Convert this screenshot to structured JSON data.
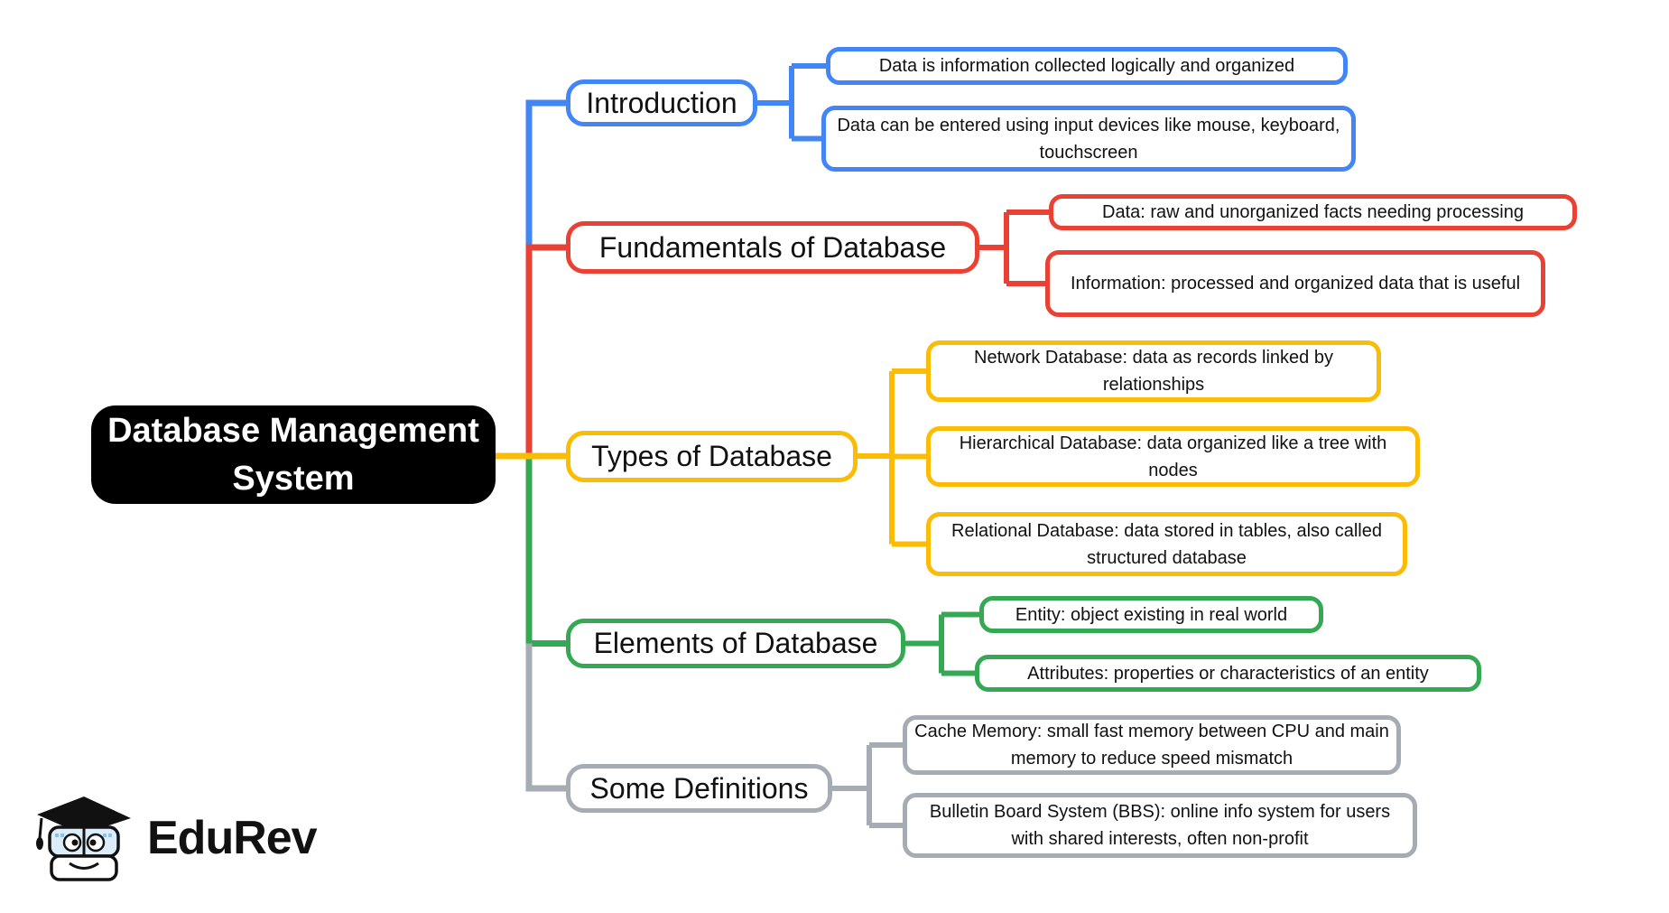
{
  "colors": {
    "blue": "#4285F4",
    "red": "#E94235",
    "yellow": "#FBBC05",
    "green": "#34A853",
    "gray": "#A6ACB4",
    "root_bg": "#000000",
    "root_text": "#FFFFFF"
  },
  "root": {
    "label": "Database Management System"
  },
  "branches": [
    {
      "label": "Introduction",
      "color": "blue",
      "leaves": [
        "Data is information collected logically and organized",
        "Data can be entered using input devices like mouse, keyboard, touchscreen"
      ]
    },
    {
      "label": "Fundamentals of Database",
      "color": "red",
      "leaves": [
        "Data: raw and unorganized facts needing processing",
        "Information: processed and organized data that is useful"
      ]
    },
    {
      "label": "Types of Database",
      "color": "yellow",
      "leaves": [
        "Network Database: data as records linked by relationships",
        "Hierarchical Database: data organized like a tree with nodes",
        "Relational Database: data stored in tables, also called structured database"
      ]
    },
    {
      "label": "Elements of Database",
      "color": "green",
      "leaves": [
        "Entity: object existing in real world",
        "Attributes: properties or characteristics of an entity"
      ]
    },
    {
      "label": "Some Definitions",
      "color": "gray",
      "leaves": [
        "Cache Memory: small fast memory between CPU and main memory to reduce speed mismatch",
        "Bulletin Board System (BBS): online info system for users with shared interests, often non-profit"
      ]
    }
  ],
  "logo": {
    "brand": "EduRev"
  }
}
